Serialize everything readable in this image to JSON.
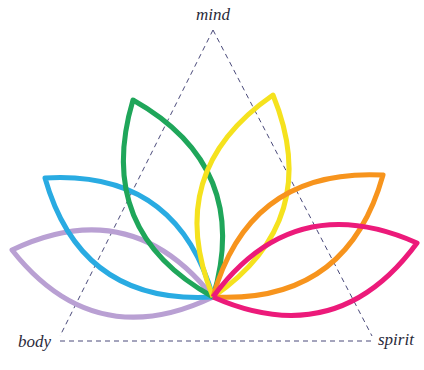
{
  "diagram": {
    "labels": [
      "mind",
      "body",
      "spirit"
    ]
  }
}
